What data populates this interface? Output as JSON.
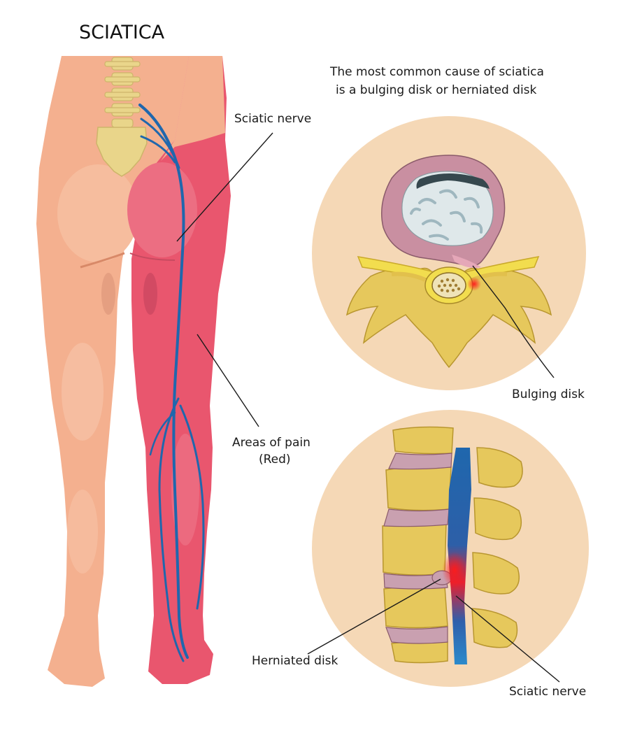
{
  "title": "SCIATICA",
  "subtitle": {
    "line1": "The most common cause of sciatica",
    "line2": "is a bulging disk or herniated disk"
  },
  "labels": {
    "sciatic_nerve_top": "Sciatic nerve",
    "areas_of_pain_line1": "Areas of pain",
    "areas_of_pain_line2": "(Red)",
    "bulging_disk": "Bulging disk",
    "herniated_disk": "Herniated disk",
    "sciatic_nerve_bottom": "Sciatic nerve"
  },
  "colors": {
    "skin": "#f4b08f",
    "skin_shade": "#e99a78",
    "pain_red": "#e9566e",
    "pain_dark": "#d9435d",
    "nerve_blue": "#1f67ad",
    "bone": "#e9d58a",
    "bone_shade": "#c9a94a",
    "disc_outer": "#c98fa1",
    "disc_inner": "#dfe8ea",
    "circle_bg": "#f5d8b6",
    "leader": "#1a1a1a"
  },
  "icons": {
    "body_illustration": "human-back-body",
    "spine_cross_section": "vertebra-cross-section-icon",
    "spine_side_view": "spine-side-view-icon"
  }
}
